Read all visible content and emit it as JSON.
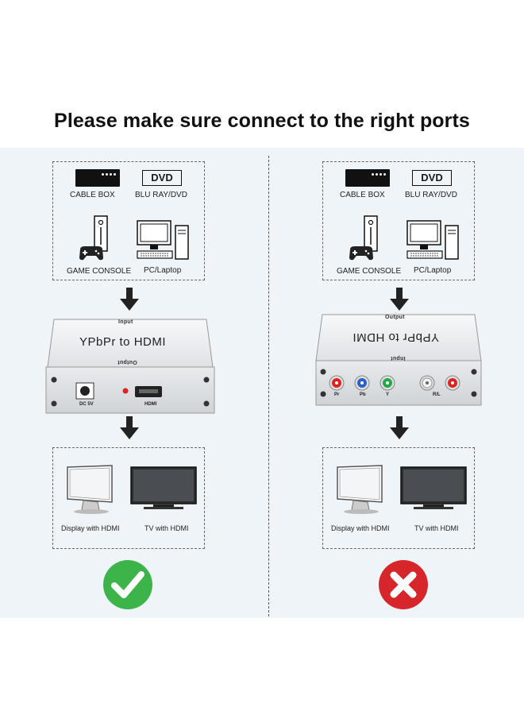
{
  "headline": "Please make sure connect to the right ports",
  "colors": {
    "background_band": "#eef4f8",
    "check_green": "#3cb44a",
    "cross_red": "#d6262b",
    "device_silver": "#e6e8ea"
  },
  "left_panel": {
    "sources": {
      "cable_box": "CABLE BOX",
      "dvd_logo": "DVD",
      "blu_ray": "BLU RAY/DVD",
      "game_console": "GAME CONSOLE",
      "pc": "PC/Laptop"
    },
    "converter": {
      "top_label": "Input",
      "title": "YPbPr to HDMI",
      "bottom_label": "Output",
      "dc_label": "DC  5V",
      "hdmi_label": "HDMI"
    },
    "outputs": {
      "display": "Display with HDMI",
      "tv": "TV with HDMI"
    },
    "status": "check-icon"
  },
  "right_panel": {
    "sources": {
      "cable_box": "CABLE BOX",
      "dvd_logo": "DVD",
      "blu_ray": "BLU RAY/DVD",
      "game_console": "GAME CONSOLE",
      "pc": "PC/Laptop"
    },
    "converter": {
      "top_label": "Output",
      "title": "YPbPr to HDMI",
      "bottom_label": "Input",
      "ports": [
        "Pr",
        "Pb",
        "Y",
        "R/L"
      ]
    },
    "outputs": {
      "display": "Display with HDMI",
      "tv": "TV with HDMI"
    },
    "status": "cross-icon"
  }
}
